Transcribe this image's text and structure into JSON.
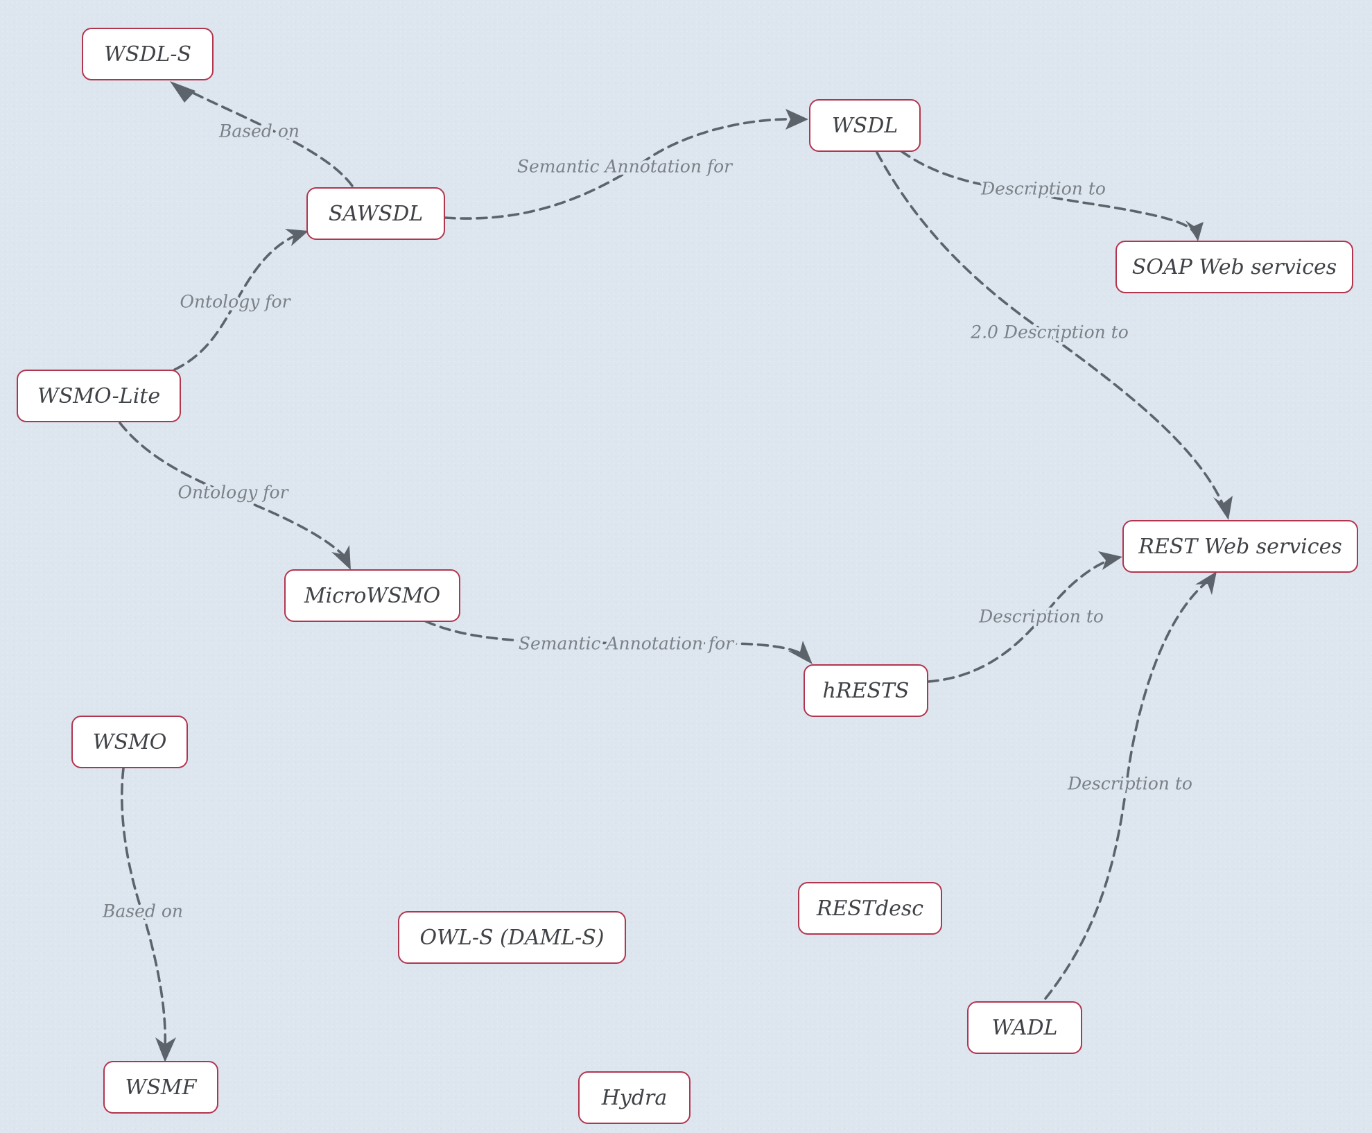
{
  "nodes": {
    "wsdl_s": "WSDL-S",
    "sawsdl": "SAWSDL",
    "wsdl": "WSDL",
    "soap": "SOAP Web services",
    "wsmo_lite": "WSMO-Lite",
    "microwsmo": "MicroWSMO",
    "rest": "REST Web services",
    "hrests": "hRESTS",
    "wsmo": "WSMO",
    "restdesc": "RESTdesc",
    "owls": "OWL-S (DAML-S)",
    "wadl": "WADL",
    "wsmf": "WSMF",
    "hydra": "Hydra"
  },
  "edges": [
    {
      "from": "SAWSDL",
      "to": "WSDL-S",
      "label": "Based on"
    },
    {
      "from": "SAWSDL",
      "to": "WSDL",
      "label": "Semantic Annotation for"
    },
    {
      "from": "WSDL",
      "to": "SOAP Web services",
      "label": "Description to"
    },
    {
      "from": "WSDL",
      "to": "REST Web services",
      "label": "2.0 Description to"
    },
    {
      "from": "WSMO-Lite",
      "to": "SAWSDL",
      "label": "Ontology for"
    },
    {
      "from": "WSMO-Lite",
      "to": "MicroWSMO",
      "label": "Ontology for"
    },
    {
      "from": "MicroWSMO",
      "to": "hRESTS",
      "label": "Semantic Annotation for"
    },
    {
      "from": "hRESTS",
      "to": "REST Web services",
      "label": "Description to"
    },
    {
      "from": "WADL",
      "to": "REST Web services",
      "label": "Description to"
    },
    {
      "from": "WSMO",
      "to": "WSMF",
      "label": "Based on"
    }
  ],
  "colors": {
    "background": "#dde6ef",
    "node_border": "#b2354e",
    "node_fill": "#ffffff",
    "node_text": "#3f4246",
    "edge": "#5c636b",
    "edge_label": "#7b8087"
  }
}
